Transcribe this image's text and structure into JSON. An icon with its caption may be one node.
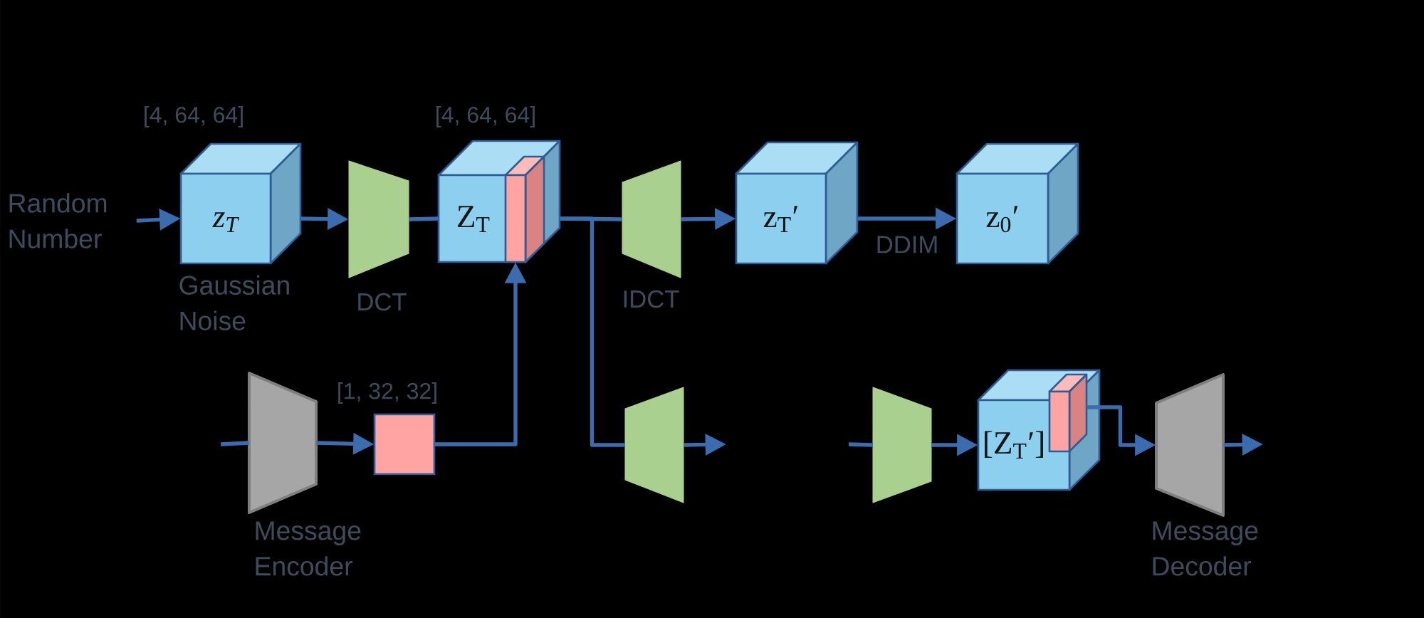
{
  "diagram": {
    "nodes": [
      {
        "text": [
          "Random Number"
        ]
      },
      {
        "text": [
          "z$_{T}$"
        ],
        "beside": [
          "[4, 64, 64]",
          "Gaussian Noise"
        ]
      },
      {
        "text": [
          "DCT"
        ]
      },
      {
        "text": [
          "Z$_{T}$"
        ],
        "beside": [
          "[4, 64, 64]"
        ]
      },
      {
        "text": [],
        "shape": "box"
      },
      {
        "text": [
          "IDCT"
        ]
      },
      {
        "text": [
          "z$_{T}$′"
        ]
      },
      {
        "text": [
          "z$_{0}$′"
        ]
      },
      {
        "text": [
          "Message Encoder"
        ]
      },
      {
        "text": [],
        "shape": "box",
        "beside": [
          "[1, 32, 32]"
        ]
      },
      {
        "text": [],
        "shape": "trapezoid"
      },
      {
        "text": [],
        "shape": "trapezoid"
      },
      {
        "text": [
          "[Z$_{T}$′]"
        ]
      },
      {
        "text": [],
        "shape": "box"
      },
      {
        "text": [
          "Message Decoder"
        ]
      }
    ],
    "edges": [
      {
        "from": 0,
        "to": 1,
        "arrow": "to"
      },
      {
        "from": 1,
        "to": 2,
        "arrow": "to"
      },
      {
        "from": 2,
        "to": 3,
        "arrow": "none"
      },
      {
        "from": 3,
        "to": 5,
        "arrow": "none"
      },
      {
        "from": 5,
        "to": 6,
        "arrow": "to"
      },
      {
        "from": 6,
        "to": 7,
        "arrow": "to",
        "label": "DDIM"
      },
      {
        "from": 9,
        "to": 4,
        "arrow": "to"
      },
      {
        "from": 3,
        "to": 10,
        "arrow": "none"
      },
      {
        "from": 10,
        "to": null,
        "arrow": "to"
      },
      {
        "from": null,
        "to": 8,
        "arrow": "none"
      },
      {
        "from": 8,
        "to": 9,
        "arrow": "to"
      },
      {
        "from": null,
        "to": 11,
        "arrow": "none"
      },
      {
        "from": 11,
        "to": 12,
        "arrow": "to"
      },
      {
        "from": 13,
        "to": 14,
        "arrow": "to"
      },
      {
        "from": 14,
        "to": null,
        "arrow": "to"
      }
    ]
  }
}
